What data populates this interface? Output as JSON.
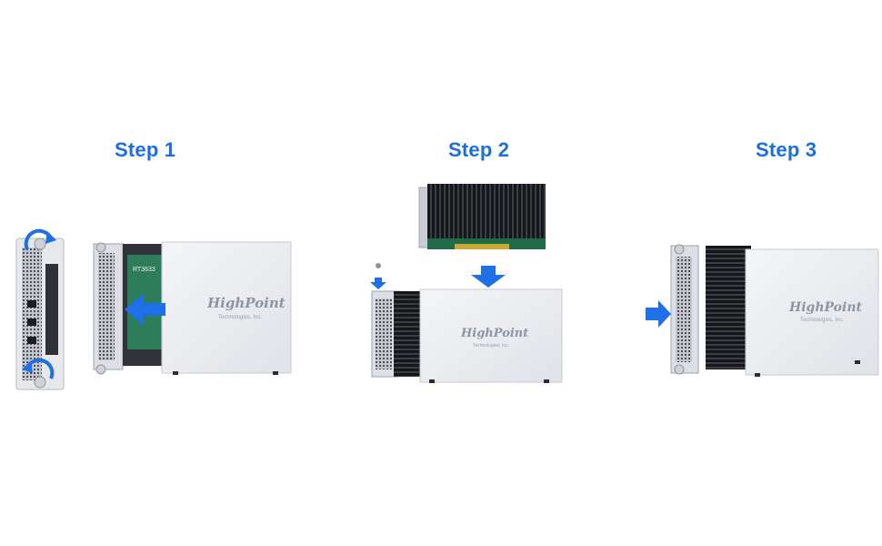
{
  "steps": [
    {
      "title": "Step 1"
    },
    {
      "title": "Step 2"
    },
    {
      "title": "Step 3"
    }
  ],
  "brand": {
    "name": "HighPoint",
    "subtitle": "Technologies, Inc."
  },
  "card_label": "RT3633",
  "colors": {
    "accent": "#1a6fe0",
    "arrow": "#1f6fe6",
    "enclosure": "#eceef2",
    "heatsink": "#1b1d22",
    "pcb": "#2e7d5a"
  }
}
